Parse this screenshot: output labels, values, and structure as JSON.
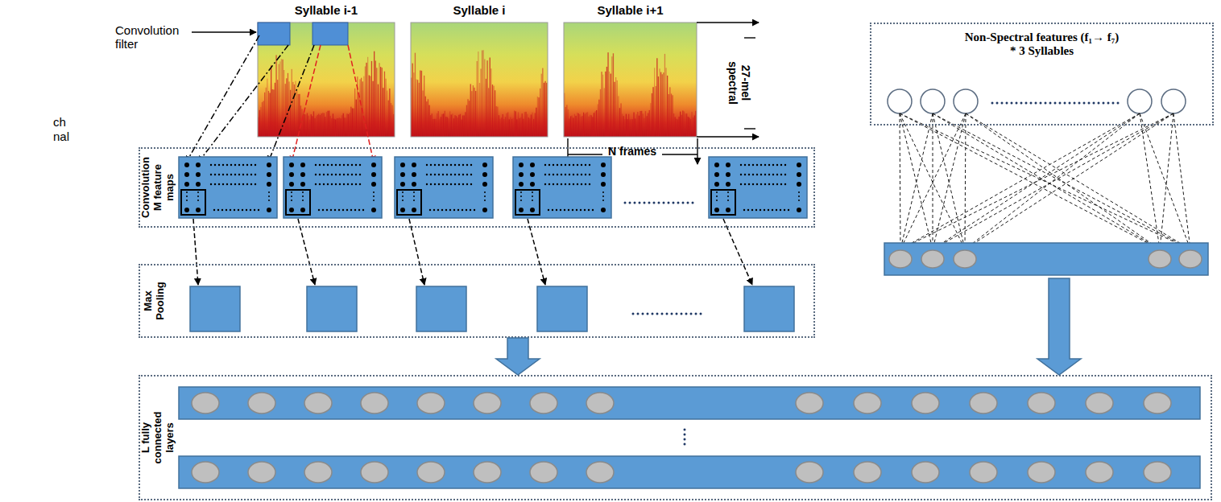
{
  "diagram": {
    "nodes": [
      {
        "text": [
          "Syllable i-1"
        ]
      },
      {
        "text": [
          "Syllable i"
        ]
      },
      {
        "text": [
          "Syllable i+1"
        ]
      },
      {
        "text": [
          "Non-Spectral features (f₁→ f₇) * 3 Syllables"
        ]
      },
      {
        "text": [
          "Convolution M feature maps"
        ]
      },
      {
        "text": [
          "Max Pooling"
        ]
      },
      {
        "text": [
          "L fully connected layers"
        ]
      }
    ],
    "edges": [
      {
        "from": 5,
        "to": 6,
        "arrow": "to"
      },
      {
        "from": 3,
        "to": 6,
        "arrow": "to"
      }
    ],
    "labels": [
      "ch",
      "nal",
      "Convolution filter",
      "27-mel spectral",
      "N frames"
    ]
  }
}
